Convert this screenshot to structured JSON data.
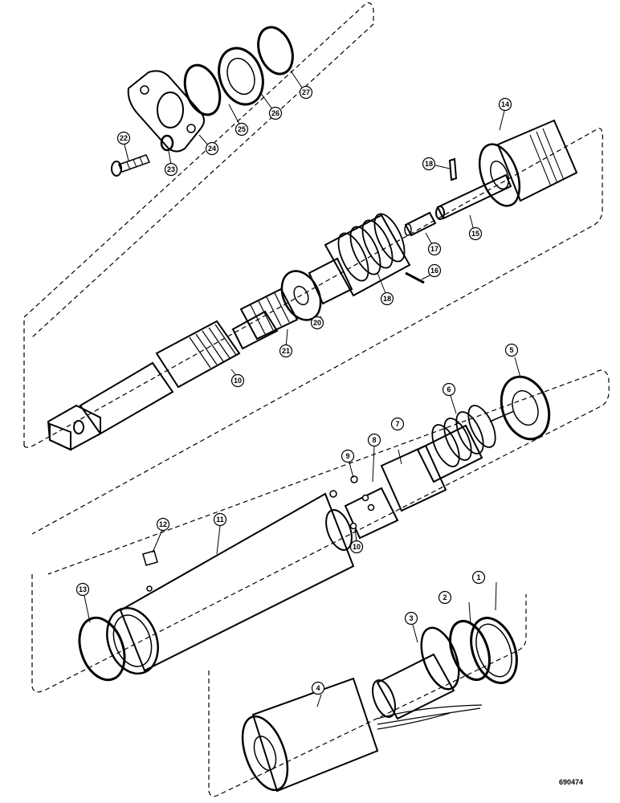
{
  "drawing_id": "690474",
  "callouts": [
    {
      "id": "c1",
      "label": "1"
    },
    {
      "id": "c2",
      "label": "2"
    },
    {
      "id": "c3",
      "label": "3"
    },
    {
      "id": "c4",
      "label": "4"
    },
    {
      "id": "c5",
      "label": "5"
    },
    {
      "id": "c6",
      "label": "6"
    },
    {
      "id": "c7",
      "label": "7"
    },
    {
      "id": "c8",
      "label": "8"
    },
    {
      "id": "c9",
      "label": "9"
    },
    {
      "id": "c10a",
      "label": "10"
    },
    {
      "id": "c10b",
      "label": "10"
    },
    {
      "id": "c11",
      "label": "11"
    },
    {
      "id": "c12",
      "label": "12"
    },
    {
      "id": "c13",
      "label": "13"
    },
    {
      "id": "c14",
      "label": "14"
    },
    {
      "id": "c15",
      "label": "15"
    },
    {
      "id": "c16",
      "label": "16"
    },
    {
      "id": "c17",
      "label": "17"
    },
    {
      "id": "c18a",
      "label": "18"
    },
    {
      "id": "c18b",
      "label": "18"
    },
    {
      "id": "c20",
      "label": "20"
    },
    {
      "id": "c21",
      "label": "21"
    },
    {
      "id": "c22",
      "label": "22"
    },
    {
      "id": "c23",
      "label": "23"
    },
    {
      "id": "c24",
      "label": "24"
    },
    {
      "id": "c25",
      "label": "25"
    },
    {
      "id": "c26",
      "label": "26"
    },
    {
      "id": "c27",
      "label": "27"
    }
  ]
}
